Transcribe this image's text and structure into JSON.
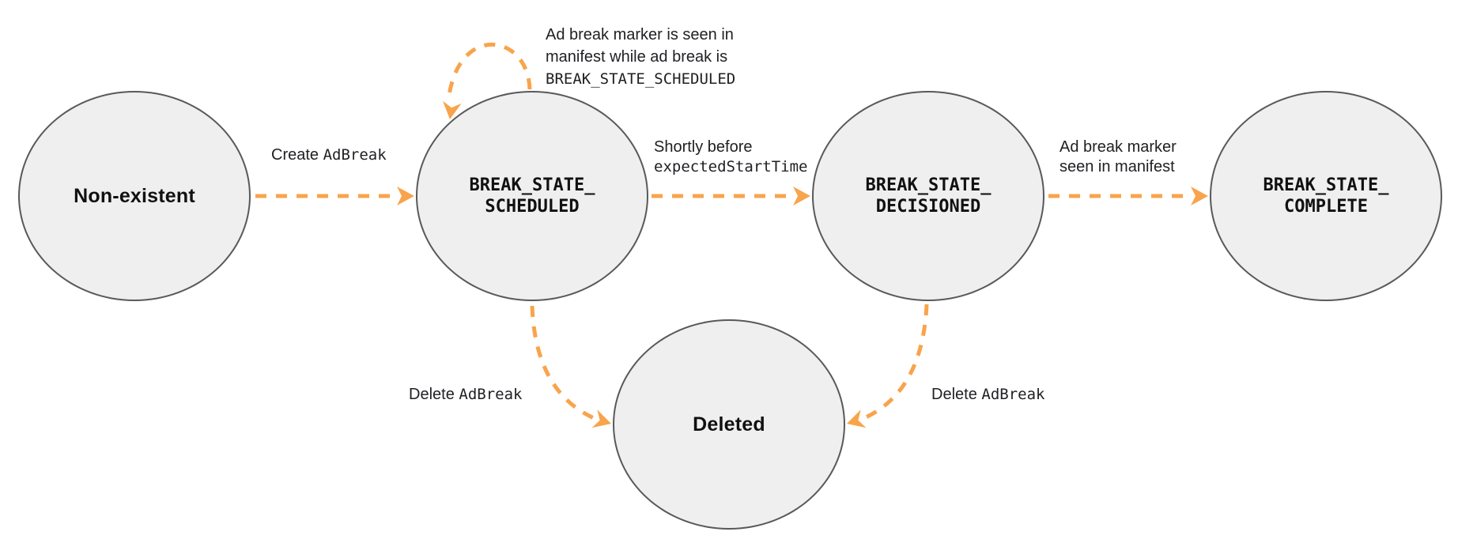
{
  "diagram": {
    "type": "state-diagram",
    "colors": {
      "arrow": "#F8A44C",
      "node_fill": "#EFEFEF",
      "node_border": "#595959",
      "text": "#202124"
    },
    "nodes": {
      "non_existent": {
        "label": "Non-existent"
      },
      "scheduled": {
        "line1": "BREAK_STATE_",
        "line2": "SCHEDULED"
      },
      "decisioned": {
        "line1": "BREAK_STATE_",
        "line2": "DECISIONED"
      },
      "complete": {
        "line1": "BREAK_STATE_",
        "line2": "COMPLETE"
      },
      "deleted": {
        "label": "Deleted"
      }
    },
    "edges": {
      "create": {
        "plain": "Create ",
        "code": "AdBreak"
      },
      "self_loop": {
        "line1": "Ad break marker is seen in",
        "line2": "manifest while ad break is",
        "line3_code": "BREAK_STATE_SCHEDULED"
      },
      "to_decisioned": {
        "line1": "Shortly before",
        "line2_code": "expectedStartTime"
      },
      "to_complete": {
        "line1": "Ad break marker",
        "line2": "seen in manifest"
      },
      "delete_from_scheduled": {
        "plain": "Delete ",
        "code": "AdBreak"
      },
      "delete_from_decisioned": {
        "plain": "Delete ",
        "code": "AdBreak"
      }
    }
  }
}
